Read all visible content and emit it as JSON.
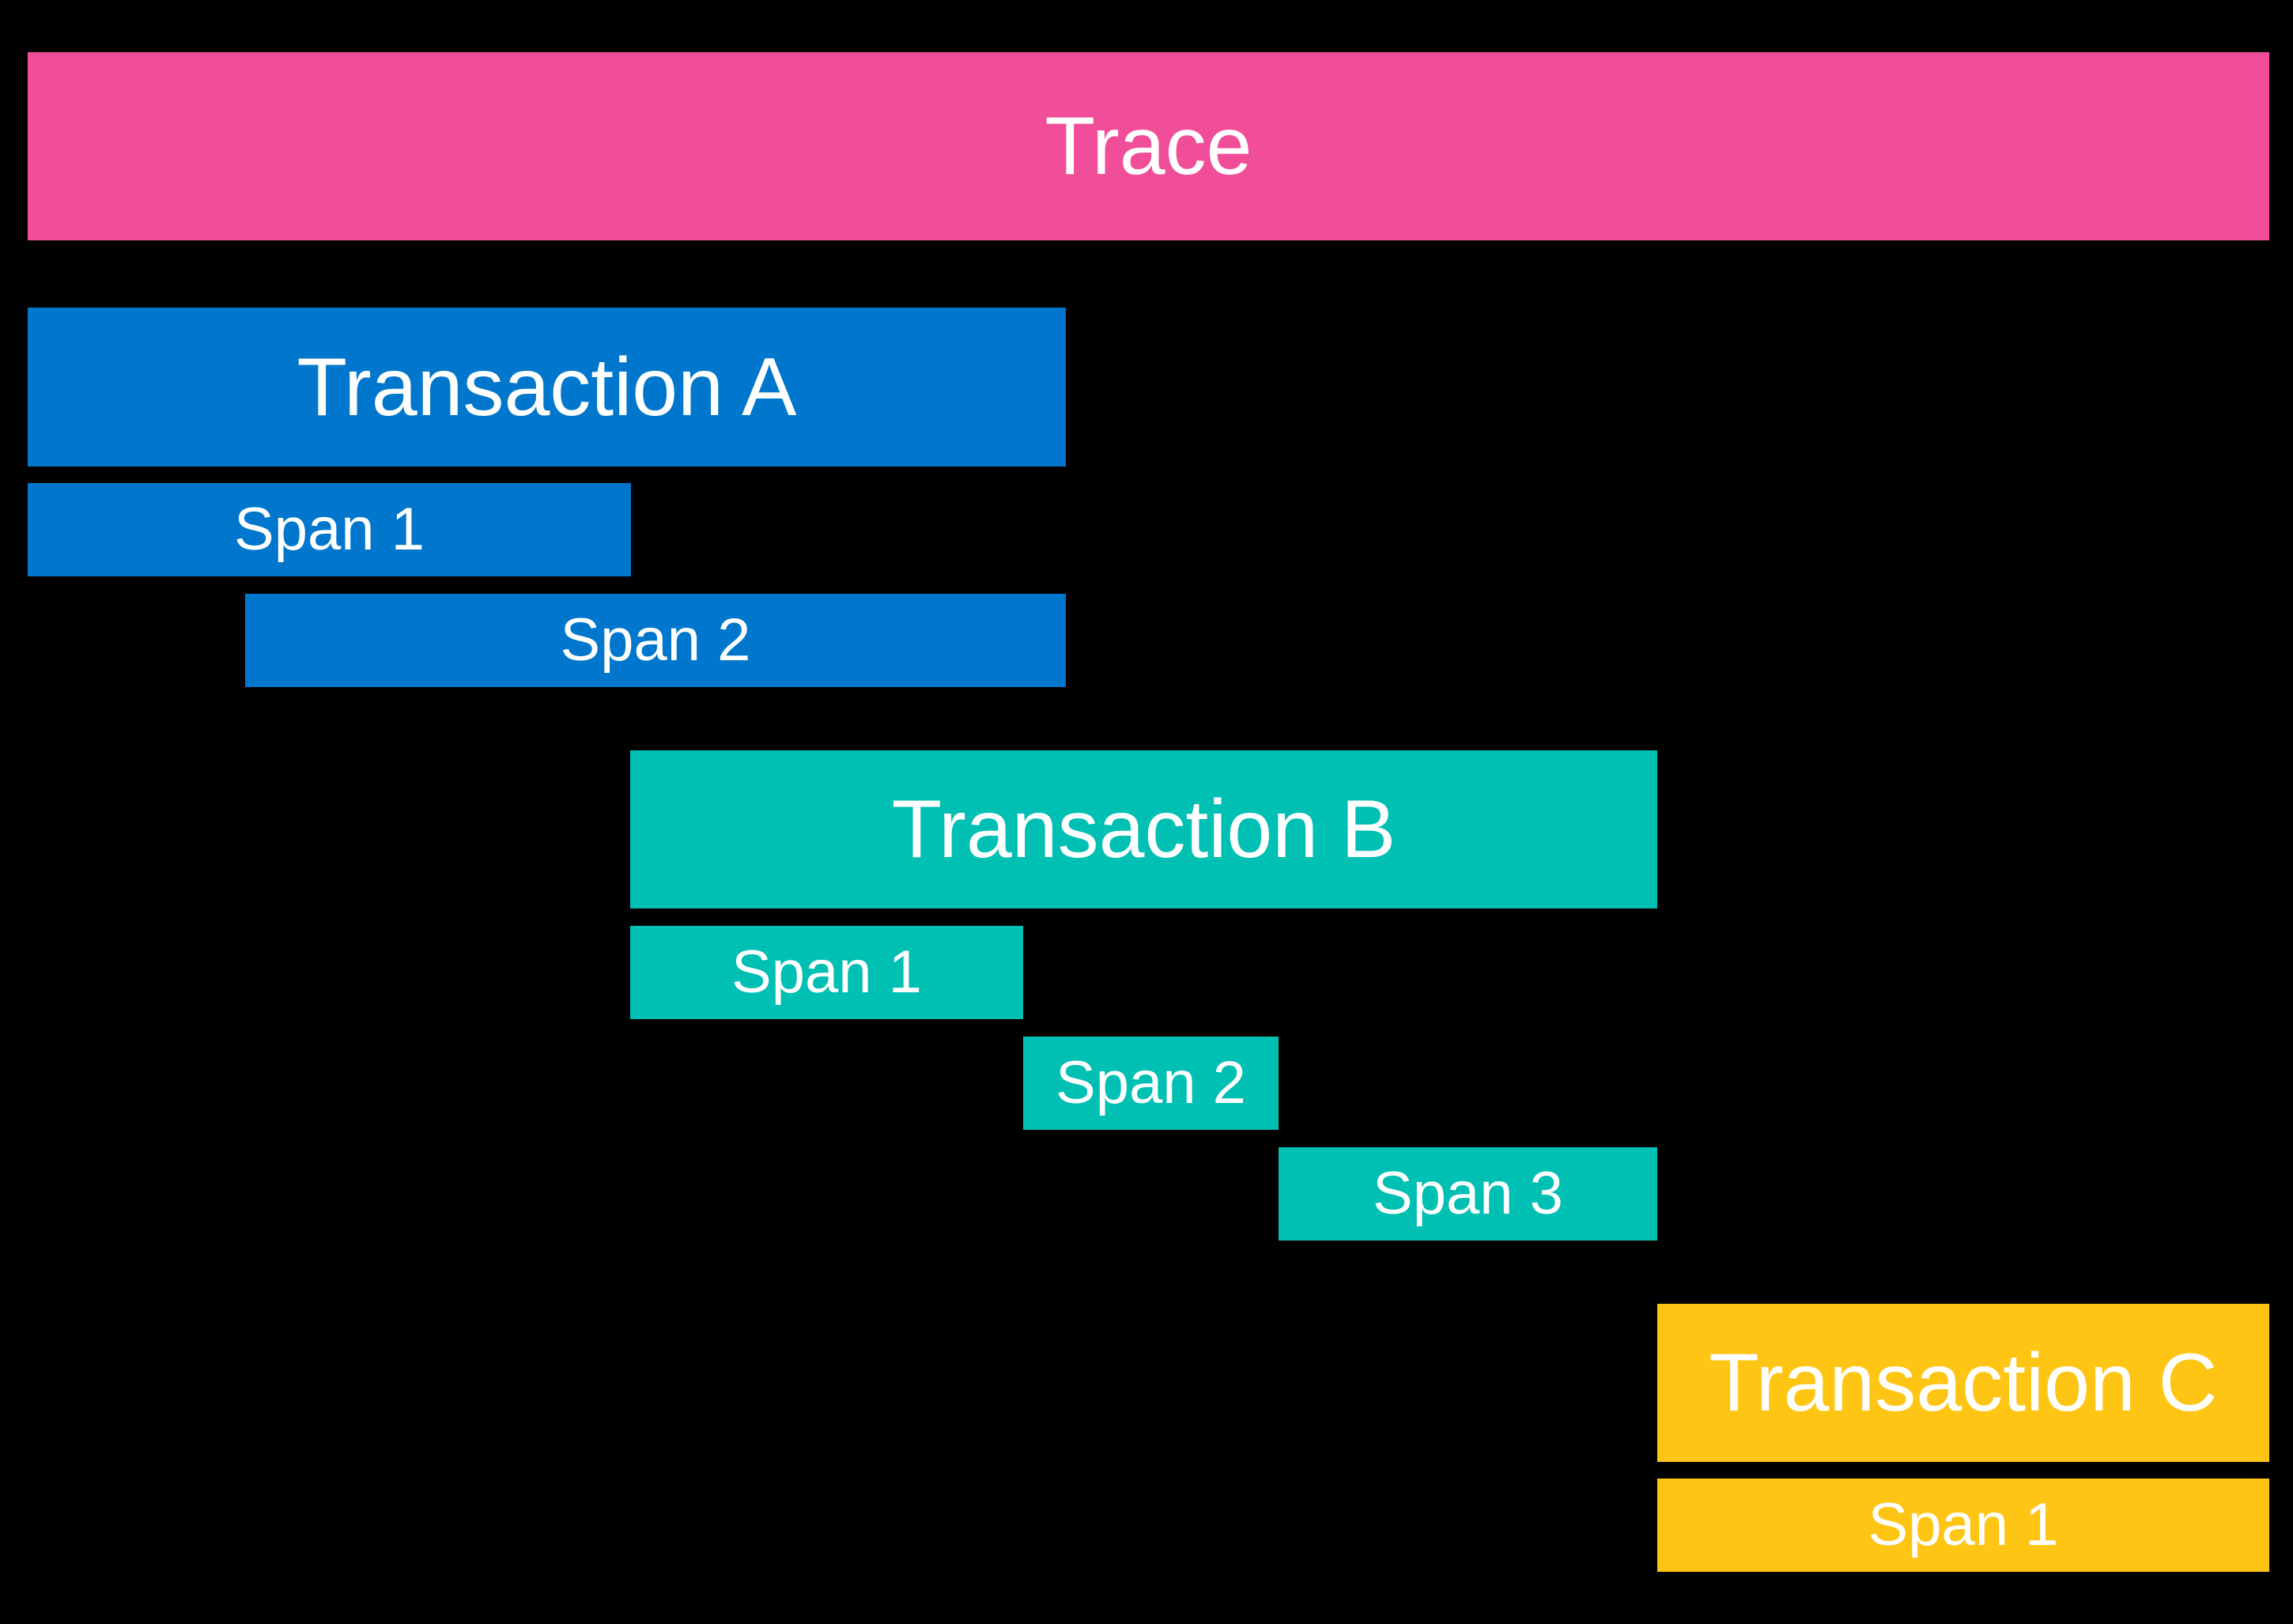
{
  "diagram": {
    "background": "#000000",
    "text_color": "#FFFFFF",
    "trace": {
      "label": "Trace",
      "color": "#F04E98"
    },
    "transactions": [
      {
        "label": "Transaction A",
        "color": "#0077CC",
        "spans": [
          {
            "label": "Span 1"
          },
          {
            "label": "Span 2"
          }
        ]
      },
      {
        "label": "Transaction B",
        "color": "#00BFB3",
        "spans": [
          {
            "label": "Span 1"
          },
          {
            "label": "Span 2"
          },
          {
            "label": "Span 3"
          }
        ]
      },
      {
        "label": "Transaction C",
        "color": "#FEC514",
        "spans": [
          {
            "label": "Span 1"
          }
        ]
      }
    ]
  }
}
